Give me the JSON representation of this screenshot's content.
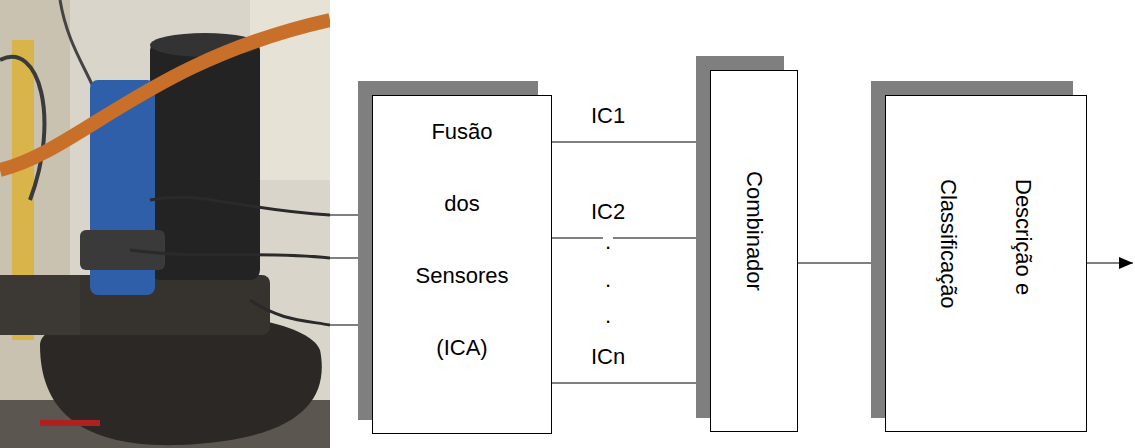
{
  "diagram": {
    "nodes": [
      {
        "text": [
          "Fusão dos Sensores (ICA)"
        ]
      },
      {
        "text": [
          "Combinador"
        ]
      },
      {
        "text": [
          "Descrição e Classificação"
        ]
      }
    ],
    "edges": [
      {
        "from": 0,
        "to": 1,
        "label": "IC1",
        "arrow": "none"
      },
      {
        "from": 0,
        "to": 1,
        "label": "IC2",
        "arrow": "none"
      },
      {
        "from": 0,
        "to": 1,
        "label": "ICn",
        "arrow": "none"
      },
      {
        "from": 1,
        "to": 2,
        "arrow": "to"
      }
    ],
    "labels": [
      ".",
      ".",
      "."
    ]
  }
}
